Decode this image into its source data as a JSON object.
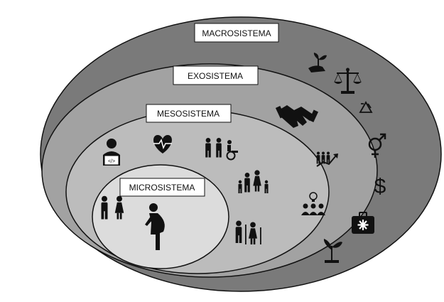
{
  "layers": [
    {
      "key": "macro",
      "label": "MACROSISTEMA",
      "fill": "#7a7a7a"
    },
    {
      "key": "exo",
      "label": "EXOSISTEMA",
      "fill": "#a2a2a2"
    },
    {
      "key": "meso",
      "label": "MESOSISTEMA",
      "fill": "#bcbcbc"
    },
    {
      "key": "micro",
      "label": "MICROSISTEMA",
      "fill": "#dcdcdc"
    }
  ],
  "icons": {
    "micro": [
      "couple-icon",
      "pregnant-woman-icon"
    ],
    "meso": [
      "computer-user-icon",
      "heart-rate-icon",
      "people-with-wheelchair-icon",
      "family-icon",
      "elderly-couple-icon"
    ],
    "exo": [
      "handshake-icon",
      "group-growth-icon",
      "meeting-idea-icon"
    ],
    "macro": [
      "plant-in-hand-icon",
      "balance-scale-icon",
      "recycle-icon",
      "gender-symbol-icon",
      "dollar-icon",
      "medical-kit-icon",
      "seedling-icon"
    ]
  },
  "colors": {
    "outline": "#111111",
    "icon": "#111111",
    "label_bg": "#ffffff"
  }
}
